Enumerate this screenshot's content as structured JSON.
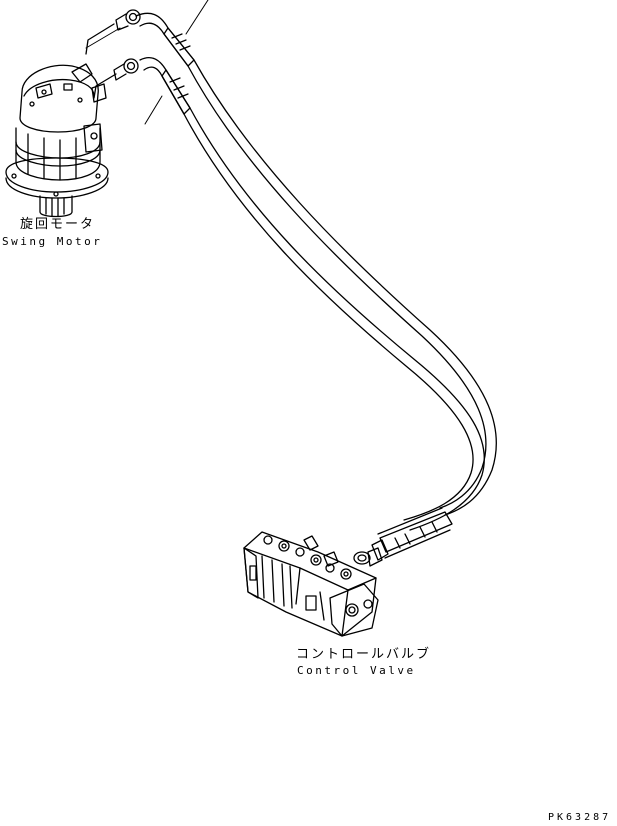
{
  "labels": {
    "swing_motor_jp": "旋回モータ",
    "swing_motor_en": "Swing Motor",
    "control_valve_jp": "コントロールバルブ",
    "control_valve_en": "Control Valve",
    "drawing_code": "PK63287"
  },
  "colors": {
    "line": "#000000",
    "background": "#ffffff"
  }
}
